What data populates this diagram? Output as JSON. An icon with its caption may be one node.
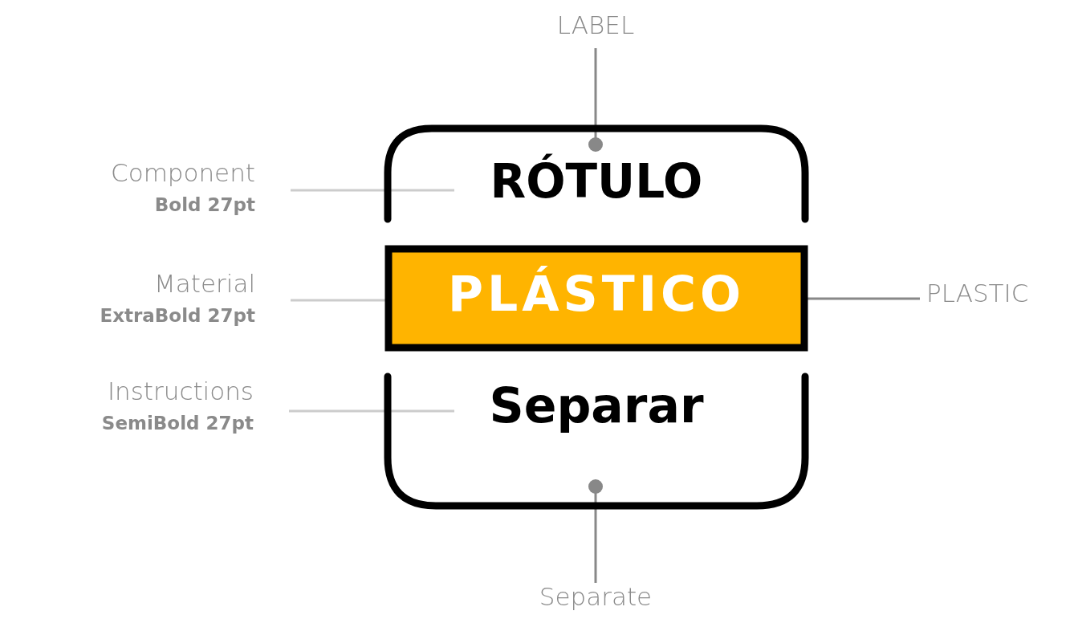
{
  "diagram": {
    "nodes": [
      {
        "text": [
          "LABEL"
        ]
      },
      {
        "text": [
          "Component",
          "Bold 27pt"
        ]
      },
      {
        "text": [
          "RÓTULO"
        ]
      },
      {
        "text": [
          "Material",
          "ExtraBold 27pt"
        ]
      },
      {
        "text": [
          "PLÁSTICO"
        ]
      },
      {
        "text": [
          "PLASTIC"
        ]
      },
      {
        "text": [
          "Instructions",
          "SemiBold 27pt"
        ]
      },
      {
        "text": [
          "Separar"
        ]
      },
      {
        "text": [
          "Separate"
        ]
      }
    ],
    "edges": [
      {
        "from": 0,
        "to": 2,
        "arrow": "other"
      },
      {
        "from": 1,
        "to": 2,
        "arrow": "none",
        "color": "#cccccc"
      },
      {
        "from": 3,
        "to": 4,
        "arrow": "none",
        "color": "#cccccc"
      },
      {
        "from": 5,
        "to": 4,
        "arrow": "other"
      },
      {
        "from": 6,
        "to": 7,
        "arrow": "none",
        "color": "#cccccc"
      },
      {
        "from": 8,
        "to": 7,
        "arrow": "other"
      }
    ]
  }
}
